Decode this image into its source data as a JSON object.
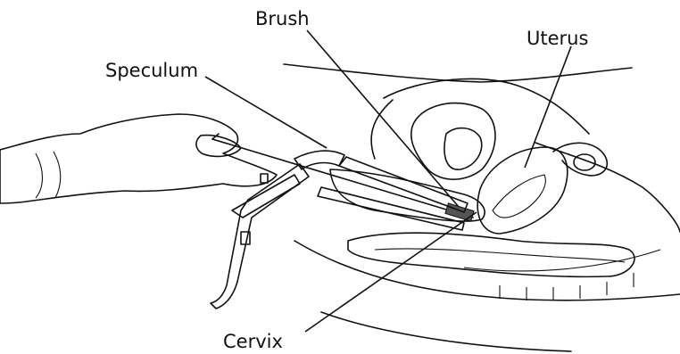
{
  "labels": {
    "brush": "Brush",
    "uterus": "Uterus",
    "speculum": "Speculum",
    "cervix": "Cervix"
  },
  "colors": {
    "uterus_fill": "#f7b8d7",
    "uterus_inner": "#ee8fc0",
    "organ_gray": "#c9c9c9",
    "stipple": "#bdbdbd",
    "speculum_metal": "#9a9a9a",
    "line": "#111111"
  }
}
